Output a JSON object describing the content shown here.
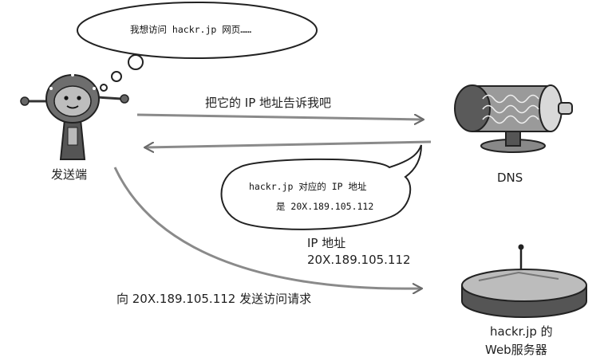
{
  "bubbles": {
    "thought": "我想访问 hackr.jp 网页……",
    "answer_line1": "hackr.jp 对应的 IP 地址",
    "answer_line2": "是 20X.189.105.112"
  },
  "labels": {
    "sender": "发送端",
    "dns": "DNS",
    "server_line1": "hackr.jp 的",
    "server_line2": "Web服务器"
  },
  "arrows": {
    "dns_query": "把它的 IP 地址告诉我吧",
    "ip_line1": "IP 地址",
    "ip_line2": "20X.189.105.112",
    "access": "向 20X.189.105.112 发送访问请求"
  }
}
